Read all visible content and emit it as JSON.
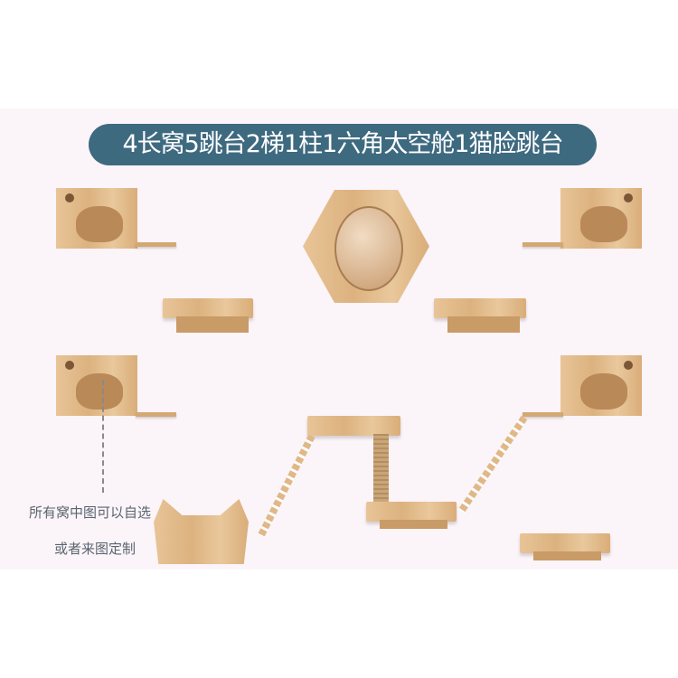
{
  "banner": {
    "title": "4长窝5跳台2梯1柱1六角太空舱1猫脸跳台"
  },
  "annotation": {
    "line1": "所有窝中图可以自选",
    "line2": "或者来图定制"
  },
  "colors": {
    "banner": "#3e6a80",
    "background": "#fbf4f9",
    "wood": "#e2b98a"
  }
}
